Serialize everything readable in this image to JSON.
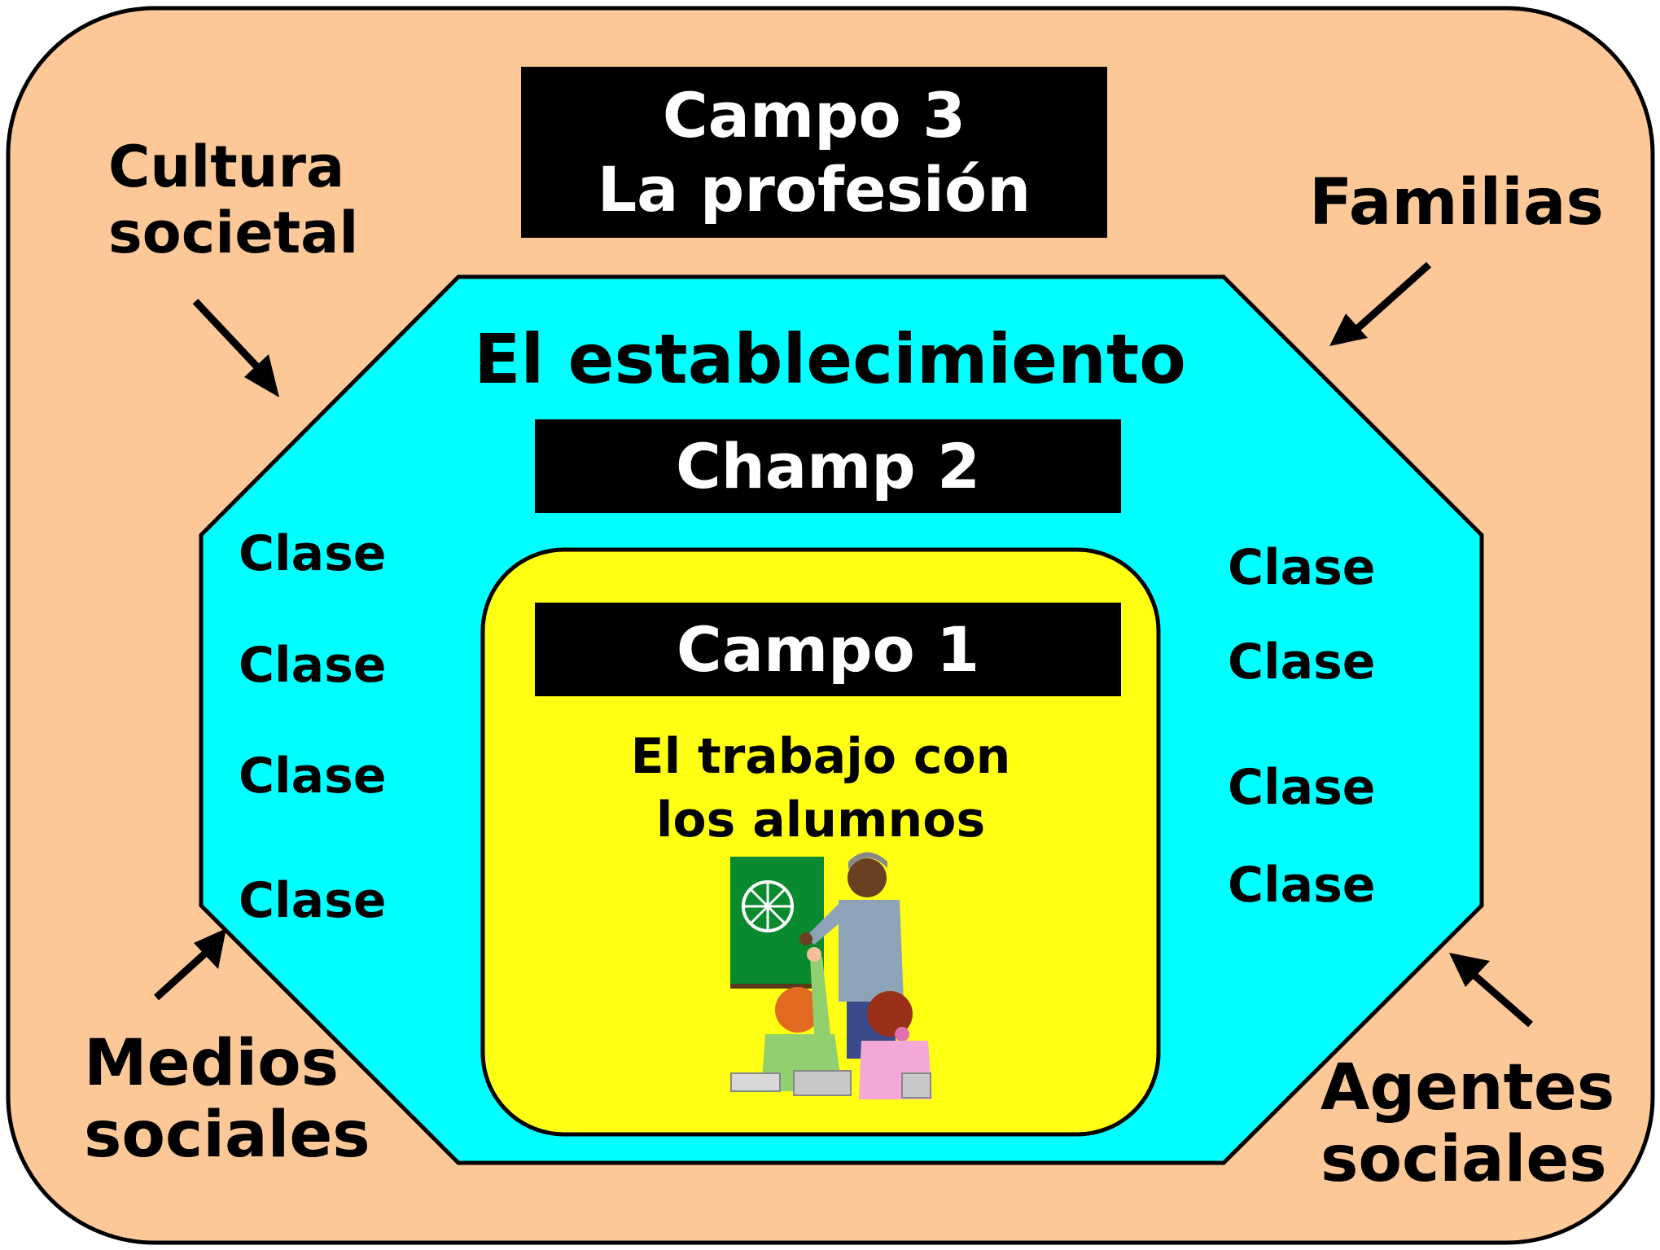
{
  "colors": {
    "outer_fill": "#FCC897",
    "octagon_fill": "#00FFFF",
    "inner_fill": "#FFFF14",
    "box_fill": "#000000",
    "box_text": "#FFFFFF",
    "stroke": "#000000"
  },
  "outer_labels": {
    "cultura_societal": [
      "Cultura",
      "societal"
    ],
    "familias": "Familias",
    "medios_sociales": [
      "Medios",
      "sociales"
    ],
    "agentes_sociales": [
      "Agentes",
      "sociales"
    ]
  },
  "campo3": {
    "line1": "Campo 3",
    "line2": "La profesión"
  },
  "establecimiento": "El establecimiento",
  "champ2": "Champ 2",
  "clases_left": [
    "Clase",
    "Clase",
    "Clase",
    "Clase"
  ],
  "clases_right": [
    "Clase",
    "Clase",
    "Clase",
    "Clase"
  ],
  "campo1": "Campo 1",
  "trabajo": [
    "El trabajo con",
    "los alumnos"
  ],
  "illustration": {
    "icon": "teacher-classroom-icon"
  }
}
